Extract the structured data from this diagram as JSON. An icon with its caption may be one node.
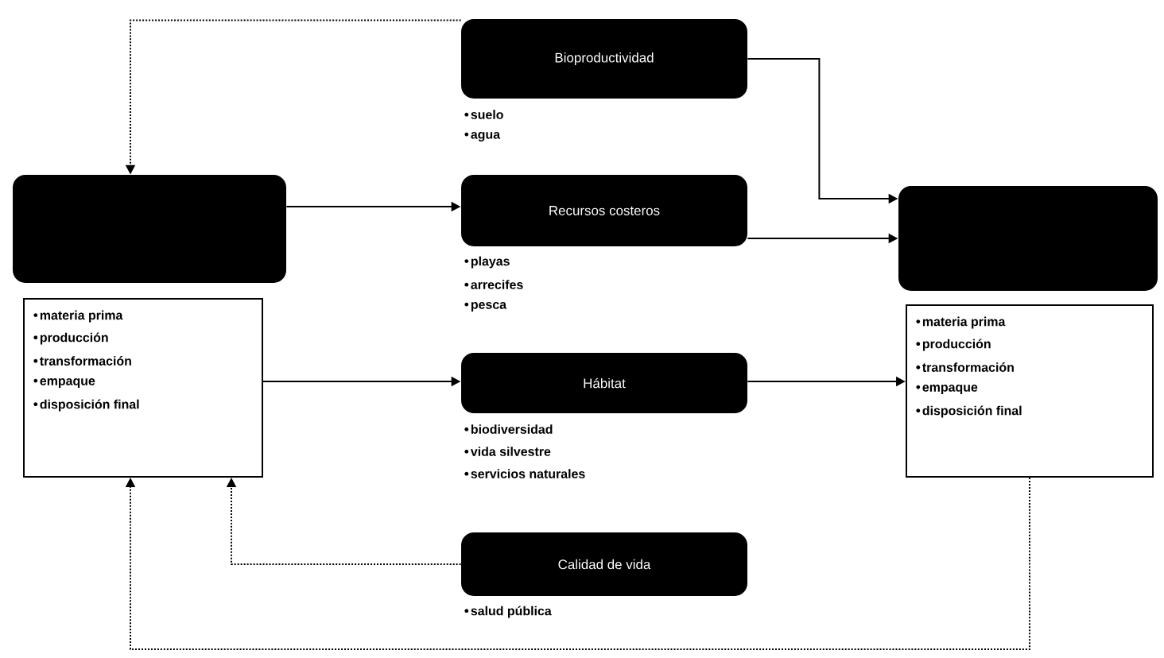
{
  "diagram": {
    "nodes": [
      {
        "text": [],
        "shape": "box"
      },
      {
        "text": [
          "materia prima",
          "producción",
          "transformación",
          "empaque",
          "disposición final"
        ]
      },
      {
        "text": [
          "Bioproductividad"
        ],
        "beside": [
          "suelo",
          "agua"
        ]
      },
      {
        "text": [
          "Recursos costeros"
        ],
        "beside": [
          "playas",
          "arrecifes",
          "pesca"
        ]
      },
      {
        "text": [
          "Hábitat"
        ],
        "beside": [
          "biodiversidad",
          "vida silvestre",
          "servicios naturales"
        ]
      },
      {
        "text": [
          "Calidad de vida"
        ],
        "beside": [
          "salud pública"
        ]
      },
      {
        "text": [],
        "shape": "box"
      },
      {
        "text": [
          "materia prima",
          "producción",
          "transformación",
          "empaque",
          "disposición final"
        ]
      }
    ],
    "edges": [
      {
        "from": 2,
        "to": 0,
        "arrow": "to",
        "style": "dashed"
      },
      {
        "from": 0,
        "to": 3,
        "arrow": "to"
      },
      {
        "from": 1,
        "to": 4,
        "arrow": "to"
      },
      {
        "from": 2,
        "to": 6,
        "arrow": "to"
      },
      {
        "from": 3,
        "to": 6,
        "arrow": "to"
      },
      {
        "from": 4,
        "to": 7,
        "arrow": "to"
      },
      {
        "from": 5,
        "to": 1,
        "arrow": "to",
        "style": "dashed"
      },
      {
        "from": 7,
        "to": 1,
        "arrow": "to",
        "style": "dashed"
      }
    ]
  }
}
